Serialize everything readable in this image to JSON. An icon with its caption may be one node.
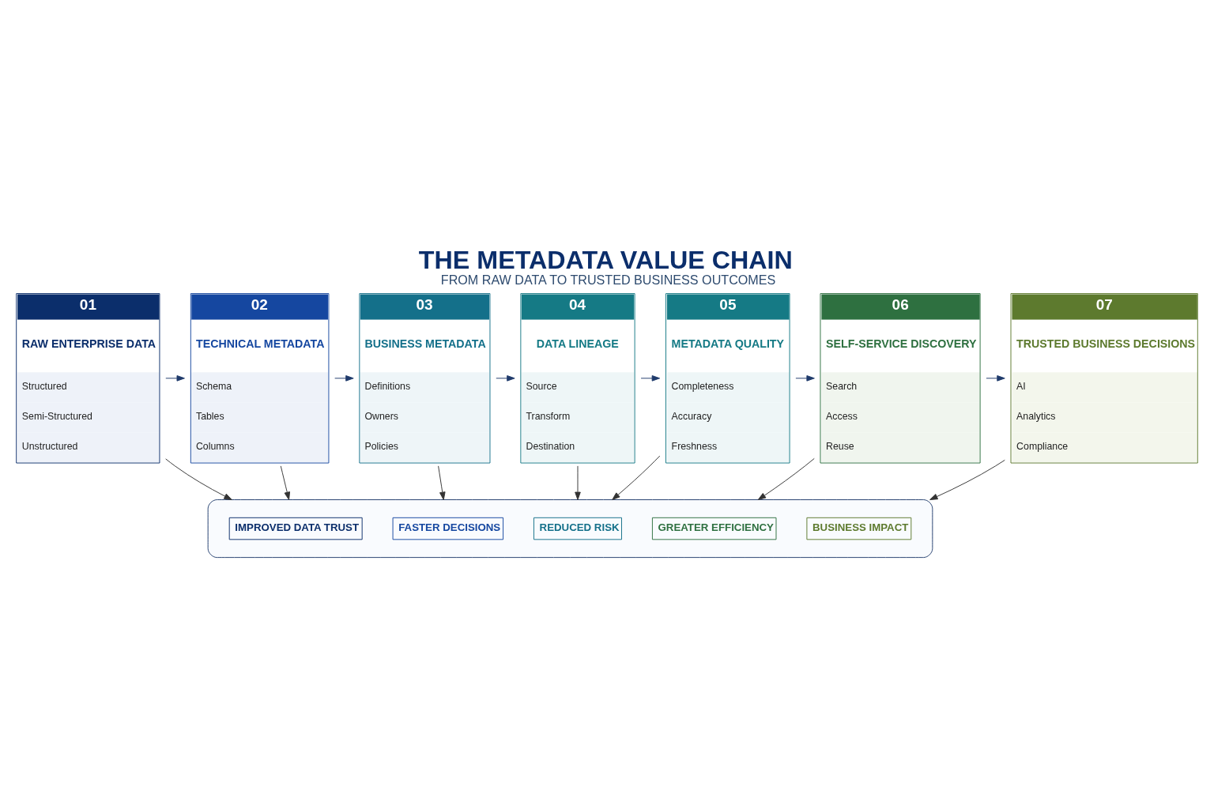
{
  "diagram": {
    "title": "THE METADATA VALUE CHAIN",
    "caption": "FROM RAW DATA TO TRUSTED BUSINESS OUTCOMES",
    "nodes": [
      {
        "text": [
          "01",
          "RAW ENTERPRISE DATA",
          "Structured",
          "Semi-Structured",
          "Unstructured"
        ]
      },
      {
        "text": [
          "02",
          "TECHNICAL METADATA",
          "Schema",
          "Tables",
          "Columns"
        ]
      },
      {
        "text": [
          "03",
          "BUSINESS METADATA",
          "Definitions",
          "Owners",
          "Policies"
        ]
      },
      {
        "text": [
          "04",
          "DATA LINEAGE",
          "Source",
          "Transform",
          "Destination"
        ]
      },
      {
        "text": [
          "05",
          "METADATA QUALITY",
          "Completeness",
          "Accuracy",
          "Freshness"
        ]
      },
      {
        "text": [
          "06",
          "SELF-SERVICE DISCOVERY",
          "Search",
          "Access",
          "Reuse"
        ]
      },
      {
        "text": [
          "07",
          "TRUSTED BUSINESS DECISIONS",
          "AI",
          "Analytics",
          "Compliance"
        ]
      },
      {
        "text": [],
        "shape": "box"
      },
      {
        "text": [
          "IMPROVED DATA TRUST"
        ],
        "in": 7
      },
      {
        "text": [
          "FASTER DECISIONS"
        ],
        "in": 7
      },
      {
        "text": [
          "REDUCED RISK"
        ],
        "in": 7
      },
      {
        "text": [
          "GREATER EFFICIENCY"
        ],
        "in": 7
      },
      {
        "text": [
          "BUSINESS IMPACT"
        ],
        "in": 7
      }
    ],
    "edges": [
      {
        "from": 0,
        "to": 1,
        "arrow": "to",
        "color": "#1f3a6b"
      },
      {
        "from": 1,
        "to": 2,
        "arrow": "to",
        "color": "#1f3a6b"
      },
      {
        "from": 2,
        "to": 3,
        "arrow": "to",
        "color": "#1f3a6b"
      },
      {
        "from": 3,
        "to": 4,
        "arrow": "to",
        "color": "#1f3a6b"
      },
      {
        "from": 4,
        "to": 5,
        "arrow": "to",
        "color": "#1f3a6b"
      },
      {
        "from": 5,
        "to": 6,
        "arrow": "to",
        "color": "#1f3a6b"
      },
      {
        "from": 0,
        "to": 7,
        "arrow": "to"
      },
      {
        "from": 1,
        "to": 7,
        "arrow": "to"
      },
      {
        "from": 2,
        "to": 7,
        "arrow": "to"
      },
      {
        "from": 3,
        "to": 7,
        "arrow": "to"
      },
      {
        "from": 4,
        "to": 7,
        "arrow": "to"
      },
      {
        "from": 5,
        "to": 7,
        "arrow": "to"
      },
      {
        "from": 6,
        "to": 7,
        "arrow": "to"
      }
    ]
  }
}
